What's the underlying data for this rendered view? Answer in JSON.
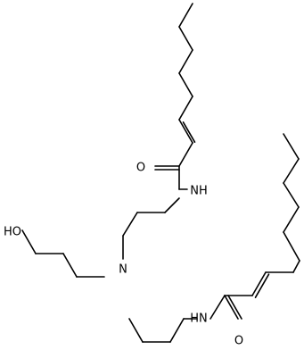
{
  "diagram": {
    "type": "chemical-structure",
    "atom_labels": {
      "oxygen_amide_1": "O",
      "nh_amide_1": "NH",
      "hydroxyl": "HO",
      "tertiary_n": "N",
      "nh_amide_2": "HN",
      "oxygen_amide_2": "O"
    },
    "colors": {
      "bond": "#000000",
      "label": "#000000",
      "background": "#ffffff"
    }
  }
}
